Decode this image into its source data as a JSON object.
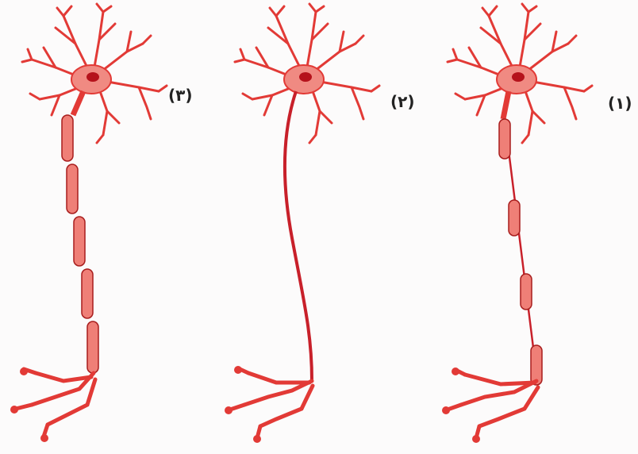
{
  "neurons": [
    {
      "label": "(٣)",
      "axon": "myelinated-continuous"
    },
    {
      "label": "(٢)",
      "axon": "unmyelinated"
    },
    {
      "label": "(١)",
      "axon": "myelinated-spaced"
    }
  ],
  "colors": {
    "neuron": "#e23a36",
    "neuron_light": "#f08a82",
    "nucleus": "#b5121b",
    "outline": "#a81d1d",
    "background": "#fcfbfb"
  }
}
